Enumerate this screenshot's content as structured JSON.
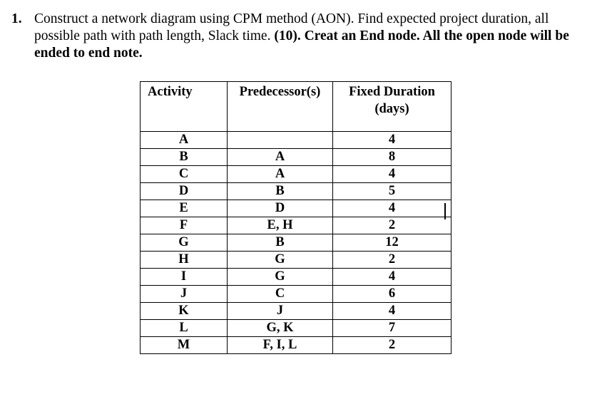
{
  "question": {
    "number": "1.",
    "text_plain": "Construct a network diagram using CPM method (AON). Find expected project duration, all possible path with path length, Slack time. ",
    "text_bold": "(10). Creat an End node. All the open node will be ended to end note."
  },
  "table": {
    "headers": [
      "Activity",
      "Predecessor(s)",
      "Fixed Duration (days)"
    ],
    "rows": [
      {
        "activity": "A",
        "predecessors": "",
        "duration": "4"
      },
      {
        "activity": "B",
        "predecessors": "A",
        "duration": "8"
      },
      {
        "activity": "C",
        "predecessors": "A",
        "duration": "4"
      },
      {
        "activity": "D",
        "predecessors": "B",
        "duration": "5"
      },
      {
        "activity": "E",
        "predecessors": "D",
        "duration": "4"
      },
      {
        "activity": "F",
        "predecessors": "E, H",
        "duration": "2"
      },
      {
        "activity": "G",
        "predecessors": "B",
        "duration": "12"
      },
      {
        "activity": "H",
        "predecessors": "G",
        "duration": "2"
      },
      {
        "activity": "I",
        "predecessors": "G",
        "duration": "4"
      },
      {
        "activity": "J",
        "predecessors": "C",
        "duration": "6"
      },
      {
        "activity": "K",
        "predecessors": "J",
        "duration": "4"
      },
      {
        "activity": "L",
        "predecessors": "G, K",
        "duration": "7"
      },
      {
        "activity": "M",
        "predecessors": "F, I, L",
        "duration": "2"
      }
    ]
  }
}
